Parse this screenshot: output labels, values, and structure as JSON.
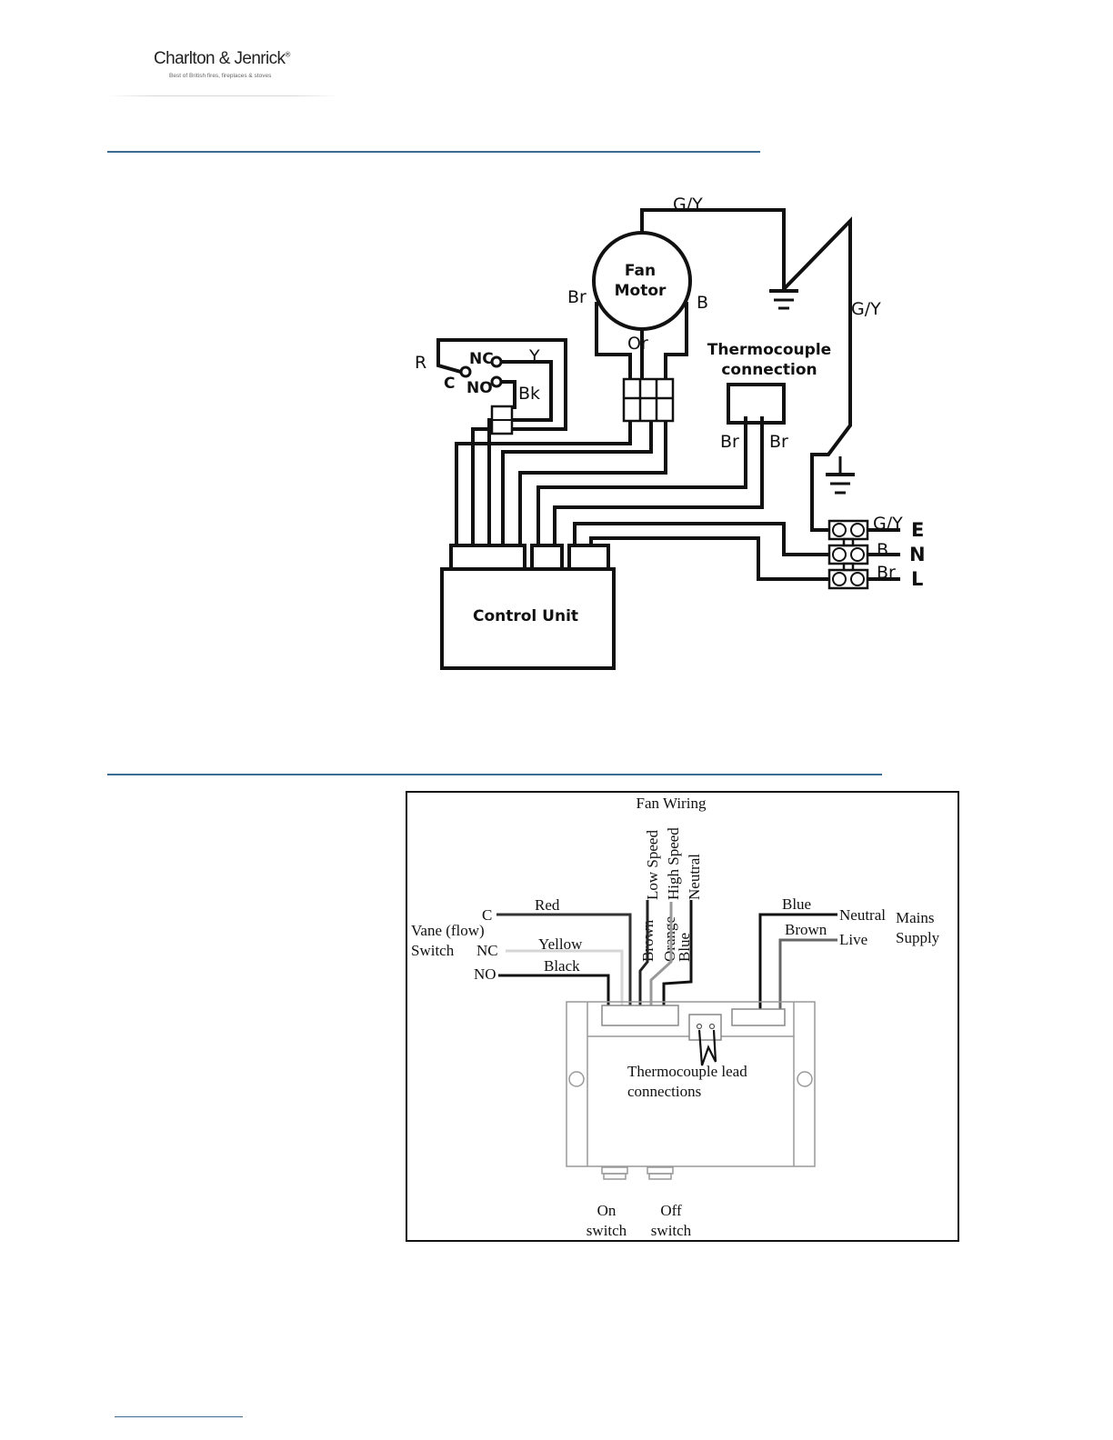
{
  "logo": {
    "brand": "Charlton & Jenrick",
    "registered": "®",
    "tagline": "Best of British fires, fireplaces & stoves"
  },
  "schematic": {
    "fan_motor_line1": "Fan",
    "fan_motor_line2": "Motor",
    "wire_gy_top": "G/Y",
    "wire_gy_right": "G/Y",
    "wire_br_left": "Br",
    "wire_b_right": "B",
    "wire_or": "Or",
    "thermocouple_line1": "Thermocouple",
    "thermocouple_line2": "connection",
    "thermo_br_left": "Br",
    "thermo_br_right": "Br",
    "switch_r": "R",
    "switch_nc": "NC",
    "switch_c": "C",
    "switch_no": "NO",
    "switch_y": "Y",
    "switch_bk": "Bk",
    "terminal_gy": "G/Y",
    "terminal_b": "B",
    "terminal_br": "Br",
    "terminal_e": "E",
    "terminal_n": "N",
    "terminal_l": "L",
    "control_unit": "Control Unit"
  },
  "wiring": {
    "fan_wiring": "Fan Wiring",
    "low_speed": "Low Speed",
    "high_speed": "High Speed",
    "neutral_vertical": "Neutral",
    "brown": "Brown",
    "orange": "Orange",
    "blue": "Blue",
    "c": "C",
    "red": "Red",
    "vane_line1": "Vane (flow)",
    "vane_line2": "Switch",
    "nc": "NC",
    "yellow": "Yellow",
    "no": "NO",
    "black": "Black",
    "mains_blue": "Blue",
    "mains_neutral": "Neutral",
    "mains_brown": "Brown",
    "mains_live": "Live",
    "mains_line1": "Mains",
    "mains_line2": "Supply",
    "thermo_line1": "Thermocouple lead",
    "thermo_line2": "connections",
    "on_line1": "On",
    "on_line2": "switch",
    "off_line1": "Off",
    "off_line2": "switch"
  }
}
